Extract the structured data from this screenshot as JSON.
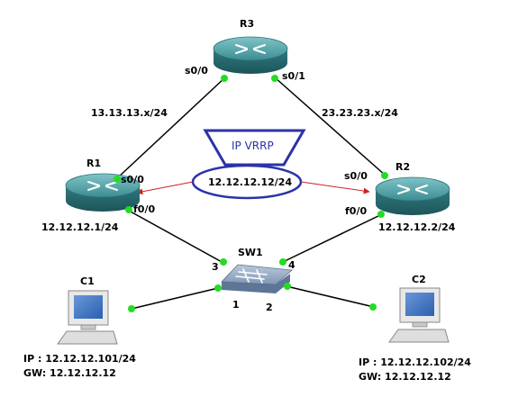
{
  "routers": {
    "r3": {
      "name": "R3",
      "port_left": "s0/0",
      "port_right": "s0/1"
    },
    "r1": {
      "name": "R1",
      "port_serial": "s0/0",
      "port_fast": "f0/0",
      "ip": "12.12.12.1/24"
    },
    "r2": {
      "name": "R2",
      "port_serial": "s0/0",
      "port_fast": "f0/0",
      "ip": "12.12.12.2/24"
    }
  },
  "switch": {
    "name": "SW1",
    "port3": "3",
    "port4": "4",
    "port1": "1",
    "port2": "2"
  },
  "links": {
    "r1_r3_subnet": "13.13.13.x/24",
    "r2_r3_subnet": "23.23.23.x/24"
  },
  "vrrp": {
    "label": "IP VRRP",
    "virtual_ip": "12.12.12.12/24"
  },
  "hosts": {
    "c1": {
      "name": "C1",
      "ip_line": "IP : 12.12.12.101/24",
      "gw_line": "GW: 12.12.12.12"
    },
    "c2": {
      "name": "C2",
      "ip_line": "IP  : 12.12.12.102/24",
      "gw_line": "GW: 12.12.12.12"
    }
  },
  "colors": {
    "link": "#000000",
    "port_dot": "#22dd22",
    "vrrp_blue": "#2b33a8",
    "arrow_red": "#cc2222",
    "router_teal": "#3a8e94"
  }
}
